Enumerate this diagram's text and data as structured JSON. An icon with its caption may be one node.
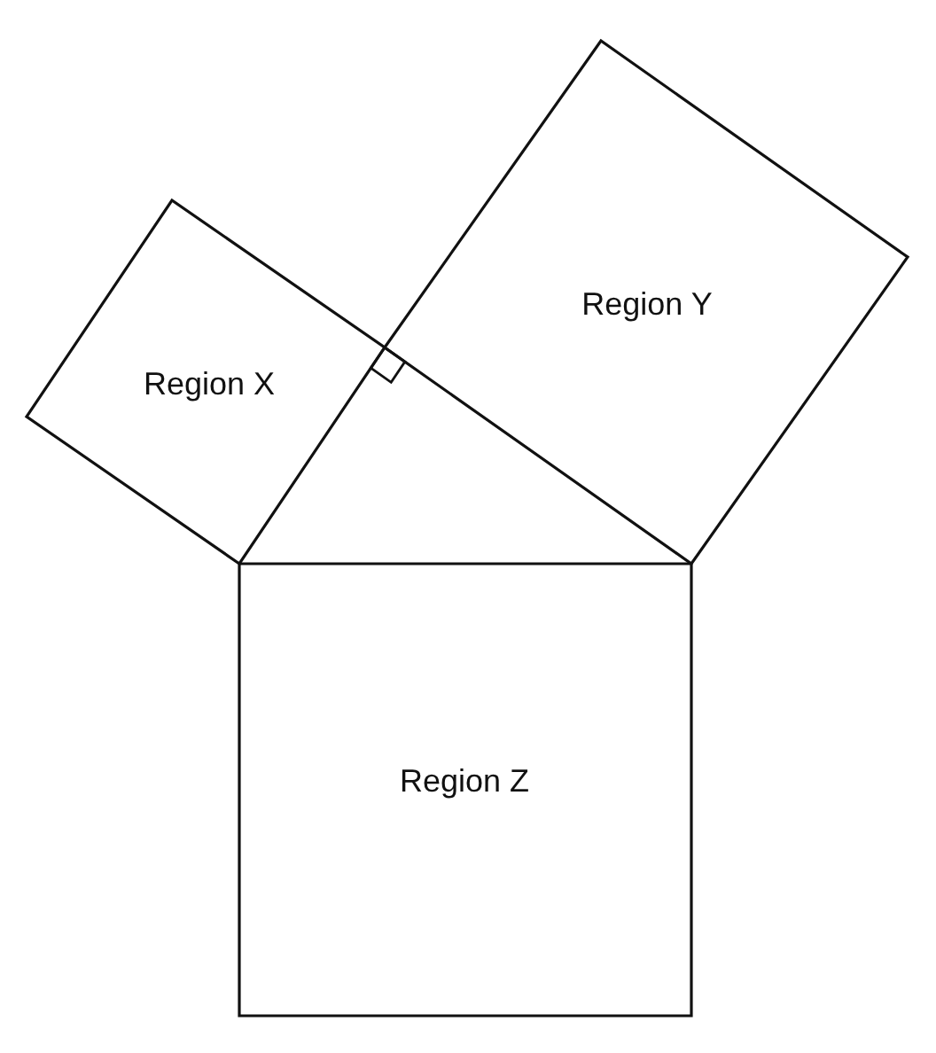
{
  "diagram": {
    "nodes": [
      {
        "text": [
          "Region X"
        ]
      },
      {
        "text": [
          "Region Y"
        ]
      },
      {
        "text": [
          "Region Z"
        ]
      }
    ]
  }
}
